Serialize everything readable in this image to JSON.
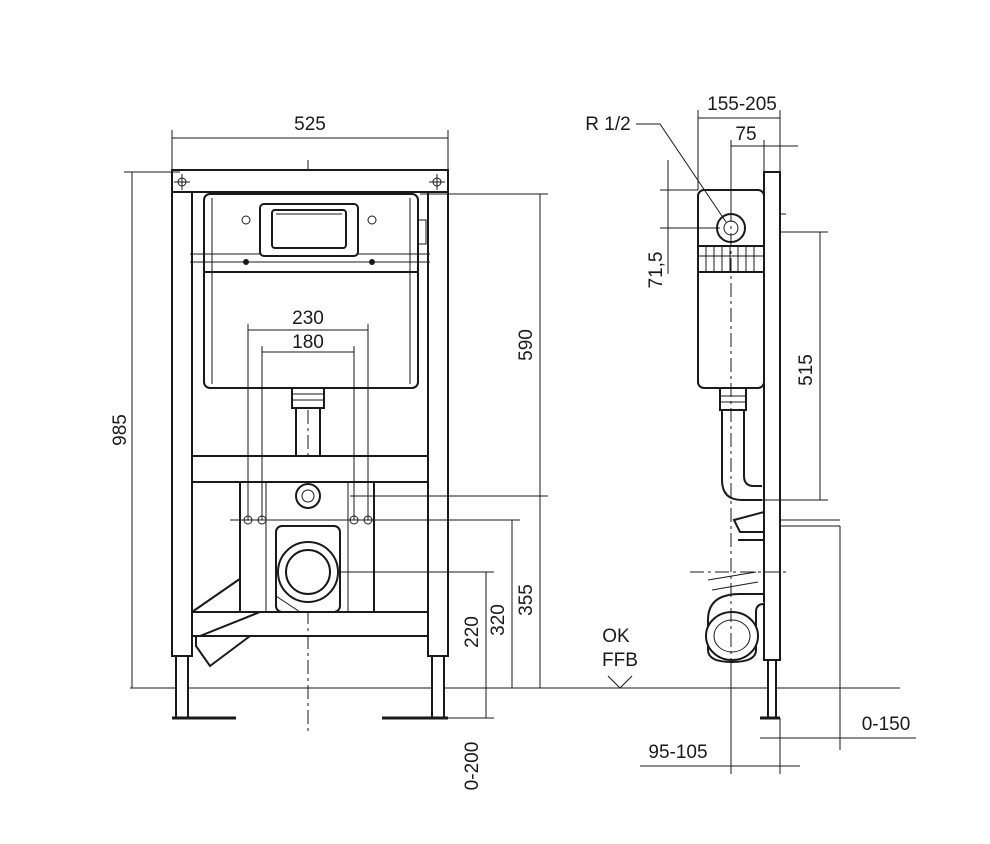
{
  "front_view": {
    "width_label": "525",
    "height_label": "985",
    "tank_height_label": "590",
    "inner_width_label": "230",
    "inner_width2_label": "180",
    "h_355_label": "355",
    "h_320_label": "320",
    "h_220_label": "220",
    "leg_adjust_label": "0-200"
  },
  "side_view": {
    "thread_label": "R 1/2",
    "depth_label": "155-205",
    "depth2_label": "75",
    "height_715_label": "71,5",
    "height_515_label": "515",
    "offset_label": "95-105",
    "wall_gap_label": "0-150"
  },
  "floor_label": {
    "line1": "OK",
    "line2": "FFB"
  },
  "colors": {
    "ink": "#1a1a1a",
    "background": "#ffffff"
  }
}
